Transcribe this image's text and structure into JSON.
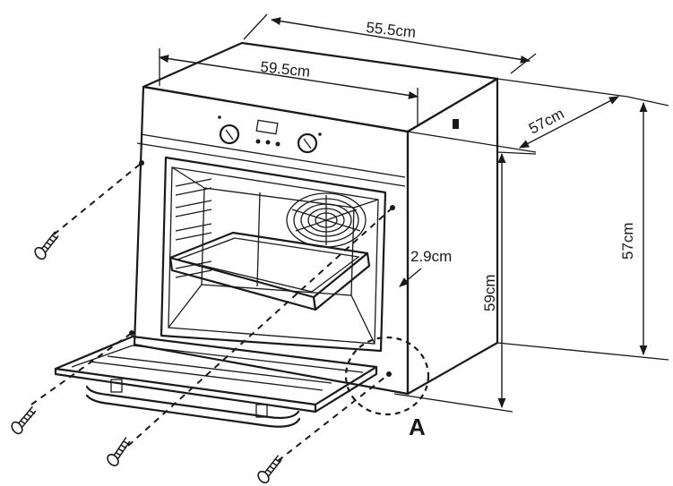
{
  "dimensions": {
    "top_depth": "55.5cm",
    "top_width": "59.5cm",
    "side_depth": "57cm",
    "right_height": "57cm",
    "overall_height": "59cm",
    "door_gap": "2.9cm"
  },
  "detail_label": "A",
  "colors": {
    "ink": "#1a1a1a",
    "background": "#ffffff"
  },
  "icons": [
    "screw-icon"
  ]
}
